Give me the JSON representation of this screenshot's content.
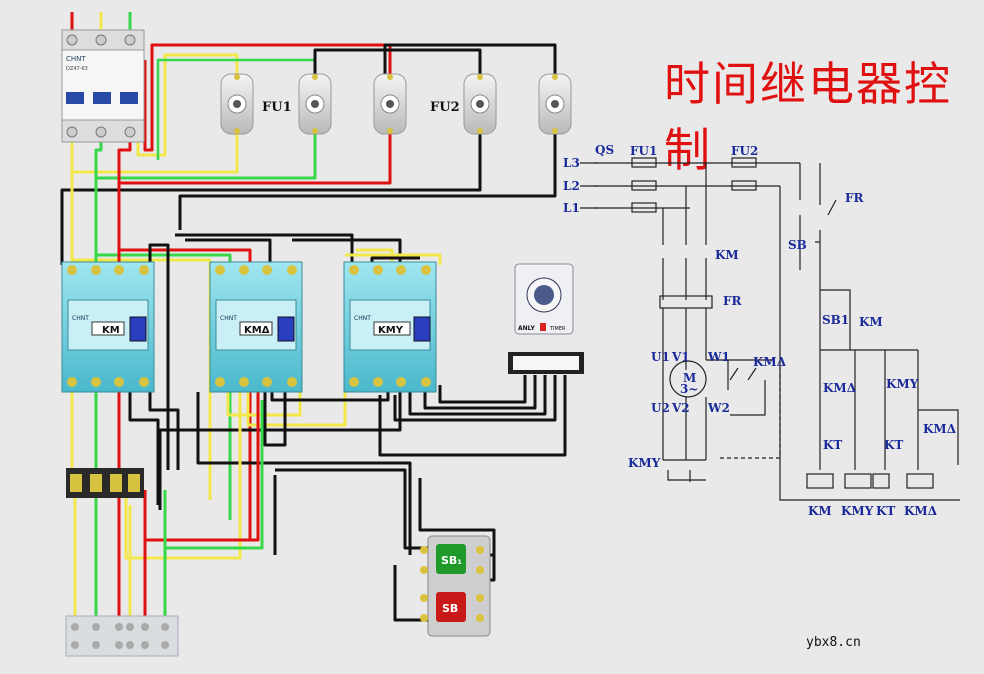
{
  "title": "时间继电器控制",
  "footer": "ybx8.cn",
  "fuse_labels": [
    "FU1",
    "FU2"
  ],
  "breaker": {
    "brand": "CHNT",
    "model": "DZ47-63"
  },
  "contactors": [
    {
      "brand": "CHNT",
      "name": "KM"
    },
    {
      "brand": "CHNT",
      "name": "KMΔ"
    },
    {
      "brand": "CHNT",
      "name": "KMY"
    }
  ],
  "timer": {
    "brand": "ANLY",
    "tag": "TIMER"
  },
  "buttons": [
    {
      "label": "SB₁",
      "color": "#1f9a2a"
    },
    {
      "label": "SB",
      "color": "#c81818"
    }
  ],
  "schematic": {
    "phases": [
      "L3",
      "L2",
      "L1"
    ],
    "qs": "QS",
    "fu1": "FU1",
    "fu2": "FU2",
    "fr_main": "FR",
    "fr_ctrl": "FR",
    "km_main": "KM",
    "motor": {
      "u1": "U1",
      "v1": "V1",
      "w1": "W1",
      "u2": "U2",
      "v2": "V2",
      "w2": "W2",
      "m": "M",
      "type": "3~"
    },
    "kmd_main": "KMΔ",
    "kmy_main": "KMY",
    "sb": "SB",
    "sb1": "SB1",
    "km_hold": "KM",
    "kmd_contact": "KMΔ",
    "kmy_contact": "KMY",
    "kt_left": "KT",
    "kt_right": "KT",
    "kmd_contact2": "KMΔ",
    "coils": [
      "KM",
      "KMY",
      "KT",
      "KMΔ"
    ]
  },
  "colors": {
    "red": "#e01010",
    "yellow": "#f2e84a",
    "green": "#36d84a",
    "black": "#111111",
    "blue": "#1a2a9a"
  }
}
